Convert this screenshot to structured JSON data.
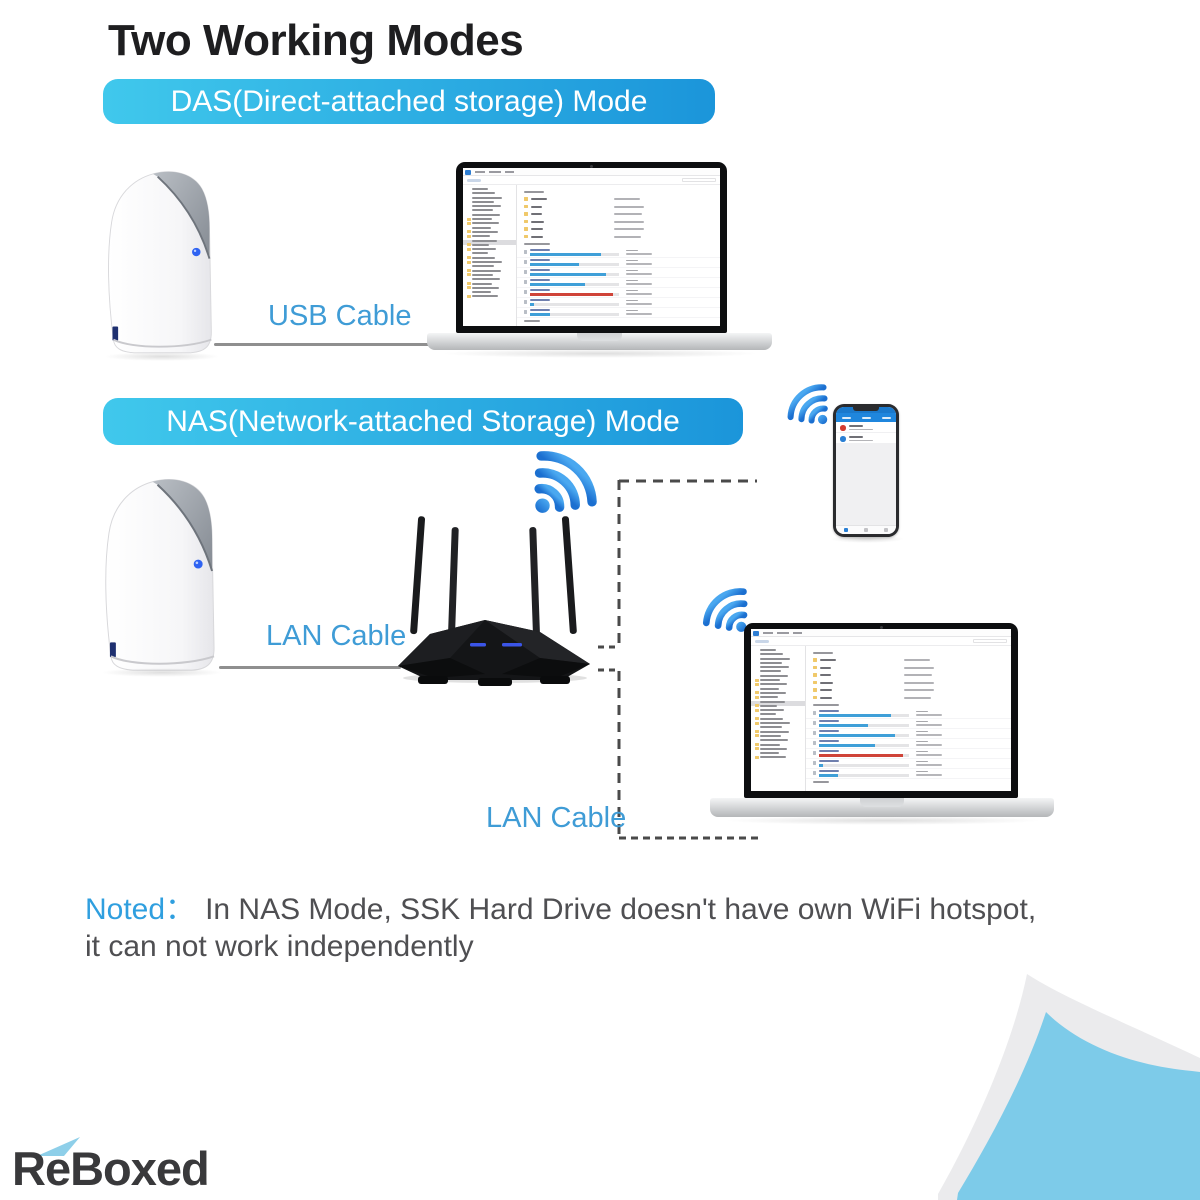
{
  "title": "Two Working Modes",
  "banners": {
    "das": {
      "label": "DAS(Direct-attached storage) Mode",
      "gradient_left": "#40c8ec",
      "gradient_right": "#1b95da"
    },
    "nas": {
      "label": "NAS(Network-attached Storage) Mode",
      "gradient_left": "#40c8ec",
      "gradient_right": "#1b95da"
    }
  },
  "labels": {
    "usb_cable": "USB Cable",
    "lan_cable_router": "LAN Cable",
    "lan_cable_laptop": "LAN Cable",
    "label_color": "#3f9cd6"
  },
  "note": {
    "prefix": "Noted：",
    "line1": "In NAS Mode, SSK Hard Drive doesn't have own WiFi hotspot,",
    "line2": "it can not work independently",
    "prefix_color": "#2f9fdf",
    "text_color": "#4f4f52"
  },
  "logo": {
    "text": "ReBoxed",
    "color": "#39393b",
    "accent_color": "#8ecfe9"
  },
  "page_curl": {
    "fill": "#7dcbe9",
    "edge": "#ebebed"
  },
  "devices": {
    "hard_drive": {
      "body": "#f6f6f8",
      "cap_light": "#b9bec4",
      "cap_dark": "#858b93",
      "led": "#2f63f2",
      "port": "#1e3070"
    },
    "router": {
      "body": "#17181a",
      "facet": "#26272a",
      "led": "#3b55e8"
    },
    "wifi_color_light": "#4aa8f0",
    "wifi_color_dark": "#1b6fd0",
    "cable_color": "#8f8f8f",
    "dash_color": "#4a4a4a"
  },
  "laptop_screen": {
    "chrome_icon": "#2d7dd2",
    "folder_icon_color": "#f0c96a",
    "folder_rows": [
      {
        "name_w": 16,
        "det_w": 26
      },
      {
        "name_w": 11,
        "det_w": 30
      },
      {
        "name_w": 11,
        "det_w": 28
      },
      {
        "name_w": 13,
        "det_w": 30
      },
      {
        "name_w": 12,
        "det_w": 30
      },
      {
        "name_w": 12,
        "det_w": 27
      }
    ],
    "drive_bars": [
      {
        "pct": 80,
        "color": "#3f9fd8"
      },
      {
        "pct": 55,
        "color": "#3f9fd8"
      },
      {
        "pct": 85,
        "color": "#3f9fd8"
      },
      {
        "pct": 62,
        "color": "#3f9fd8"
      },
      {
        "pct": 93,
        "color": "#cf4338"
      },
      {
        "pct": 5,
        "color": "#3f9fd8"
      },
      {
        "pct": 22,
        "color": "#3f9fd8"
      }
    ],
    "sidebar_line_count": 26,
    "sidebar_selected_index": 12,
    "sidebar_folder_start": 7
  },
  "phone_screen": {
    "header": "#1f86dd",
    "header_dark": "#1a79cc",
    "items": [
      {
        "dot": "#d23b30"
      },
      {
        "dot": "#2a7fd4"
      }
    ],
    "nav_active": "#2a7fd4",
    "nav_idle": "#c2c2c6"
  }
}
